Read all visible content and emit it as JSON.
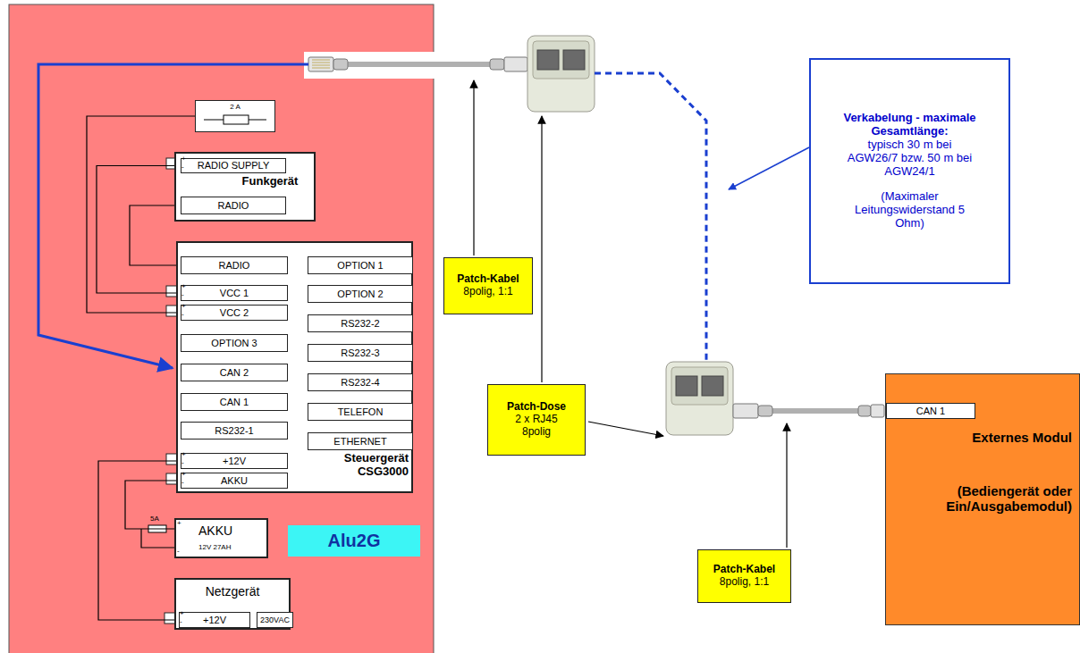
{
  "diagram": {
    "nodes": [
      {
        "text": [
          "2 A"
        ]
      },
      {
        "text": [
          "Funkgerät"
        ]
      },
      {
        "text": [
          "RADIO SUPPLY"
        ],
        "in": 1
      },
      {
        "text": [
          "RADIO"
        ],
        "in": 1
      },
      {
        "text": [
          "Steuergerät CSG3000"
        ]
      },
      {
        "text": [
          "RADIO"
        ],
        "in": 4
      },
      {
        "text": [
          "VCC 1"
        ],
        "in": 4
      },
      {
        "text": [
          "VCC 2"
        ],
        "in": 4
      },
      {
        "text": [
          "OPTION 3"
        ],
        "in": 4
      },
      {
        "text": [
          "CAN 2"
        ],
        "in": 4
      },
      {
        "text": [
          "CAN 1"
        ],
        "in": 4
      },
      {
        "text": [
          "RS232-1"
        ],
        "in": 4
      },
      {
        "text": [
          "+12V"
        ],
        "in": 4
      },
      {
        "text": [
          "AKKU"
        ],
        "in": 4
      },
      {
        "text": [
          "OPTION 1"
        ],
        "in": 4
      },
      {
        "text": [
          "OPTION 2"
        ],
        "in": 4
      },
      {
        "text": [
          "RS232-2"
        ],
        "in": 4
      },
      {
        "text": [
          "RS232-3"
        ],
        "in": 4
      },
      {
        "text": [
          "RS232-4"
        ],
        "in": 4
      },
      {
        "text": [
          "TELEFON"
        ],
        "in": 4
      },
      {
        "text": [
          "ETHERNET"
        ],
        "in": 4
      },
      {
        "text": [
          "AKKU",
          "12V 27AH"
        ]
      },
      {
        "text": [
          "Alu2G"
        ]
      },
      {
        "text": [
          "Netzgerät"
        ]
      },
      {
        "text": [
          "+12V"
        ],
        "in": 23
      },
      {
        "text": [
          "230VAC"
        ],
        "in": 23
      },
      {
        "text": [
          "Patch-Kabel",
          "8polig, 1:1"
        ]
      },
      {
        "text": [
          "Patch-Dose",
          "2 x RJ45 8polig"
        ]
      },
      {
        "text": [
          "Verkabelung - maximale Gesamtlänge:",
          "typisch 30 m bei AGW26/7 bzw. 50 m bei AGW24/1",
          "(Maximaler Leitungswiderstand 5 Ohm)"
        ]
      },
      {
        "text": [
          "Externes Modul",
          "(Bediengerät oder Ein/Ausgabemodul)"
        ]
      },
      {
        "text": [
          "CAN 1"
        ],
        "in": 29
      },
      {
        "text": [
          "Patch-Kabel",
          "8polig, 1:1"
        ]
      }
    ],
    "edges": [
      {
        "from": 0,
        "to": 7,
        "arrow": "none"
      },
      {
        "from": 2,
        "to": 6,
        "arrow": "none"
      },
      {
        "from": 3,
        "to": 5,
        "arrow": "none"
      },
      {
        "from": 12,
        "to": 24,
        "arrow": "none"
      },
      {
        "from": 13,
        "to": 21,
        "arrow": "none"
      }
    ],
    "labels": [
      "+",
      "-",
      "+",
      "-",
      "+",
      "-",
      "+",
      "-",
      "+",
      "-",
      "+",
      "-",
      "+",
      "-",
      "5A"
    ]
  }
}
